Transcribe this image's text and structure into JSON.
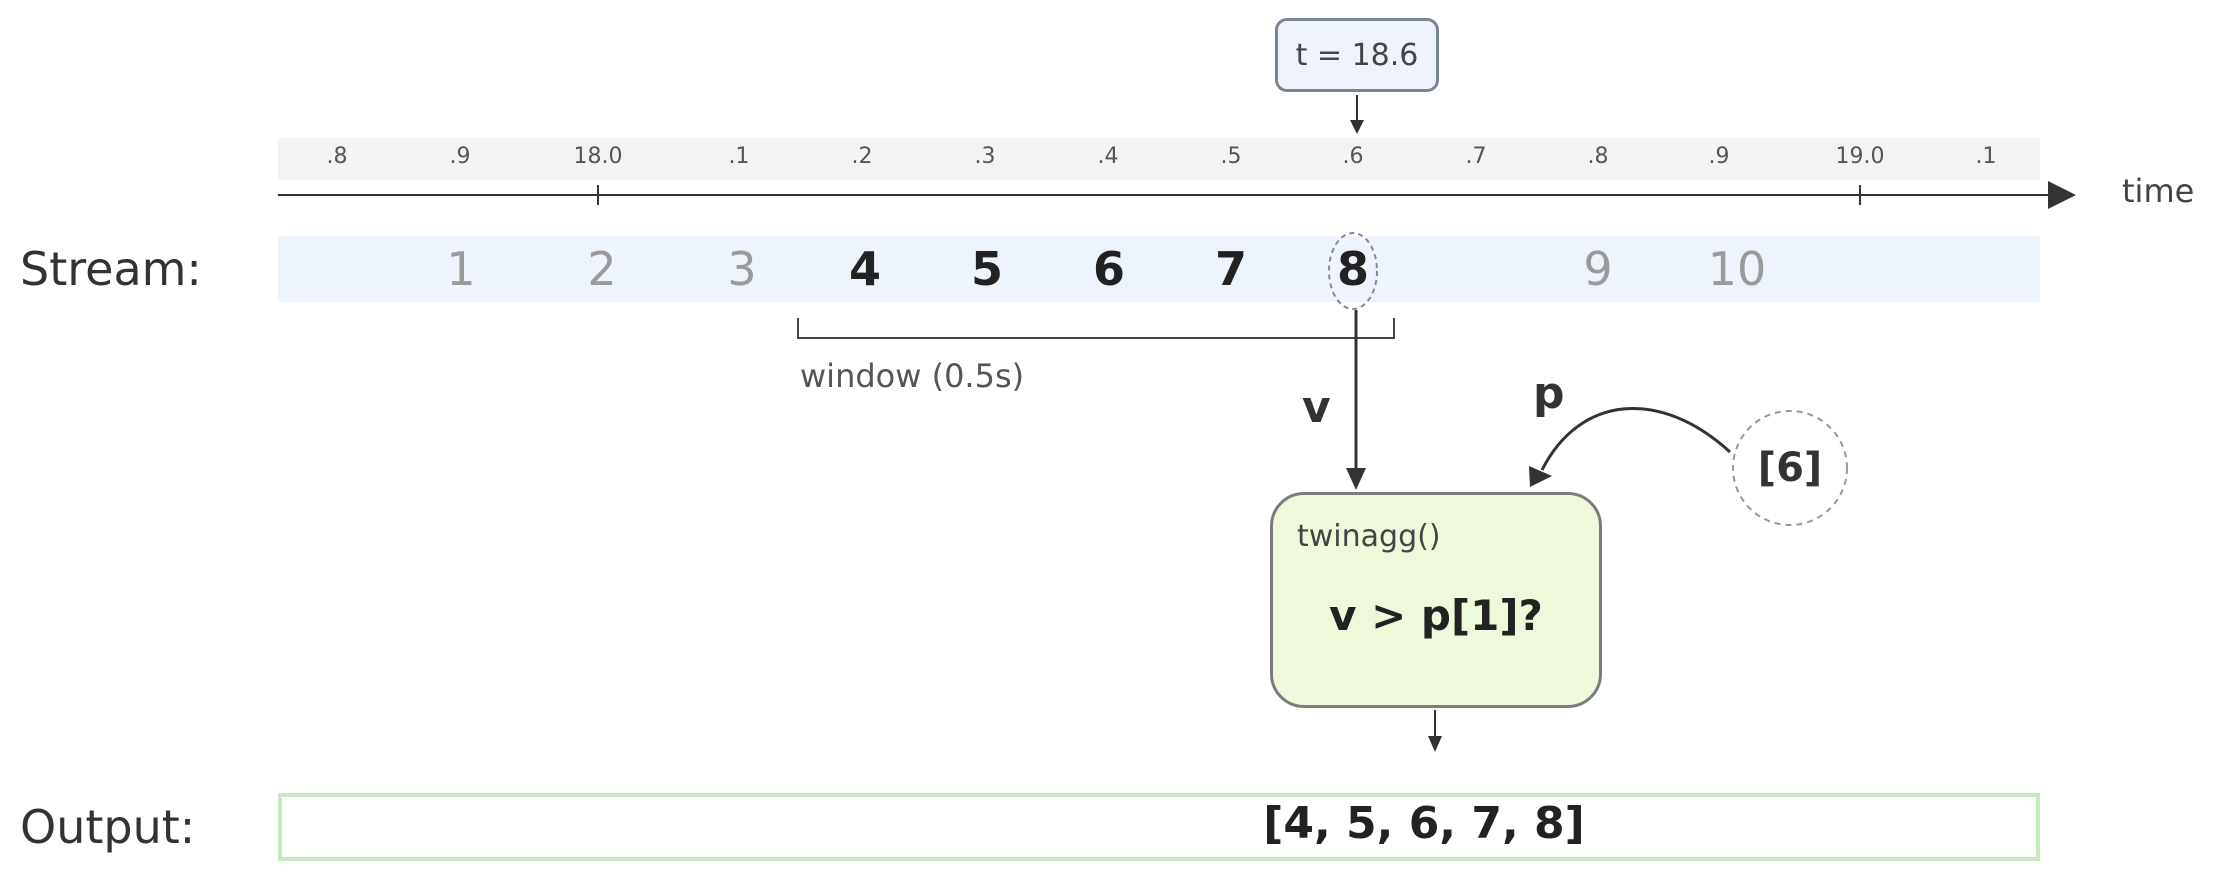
{
  "labels": {
    "stream": "Stream:",
    "output": "Output:",
    "time_axis": "time",
    "time_marker": "t = 18.6",
    "window": "window (0.5s)",
    "edge_v": "v",
    "edge_p": "p"
  },
  "ticks": [
    ".8",
    ".9",
    "18.0",
    ".1",
    ".2",
    ".3",
    ".4",
    ".5",
    ".6",
    ".7",
    ".8",
    ".9",
    "19.0",
    ".1"
  ],
  "stream_items": [
    {
      "label": "1",
      "state": "faint"
    },
    {
      "label": "2",
      "state": "faint"
    },
    {
      "label": "3",
      "state": "faint"
    },
    {
      "label": "4",
      "state": "in-window"
    },
    {
      "label": "5",
      "state": "in-window"
    },
    {
      "label": "6",
      "state": "in-window"
    },
    {
      "label": "7",
      "state": "in-window"
    },
    {
      "label": "8",
      "state": "current"
    },
    {
      "label": "9",
      "state": "faint"
    },
    {
      "label": "10",
      "state": "faint"
    }
  ],
  "param": {
    "value": "[6]"
  },
  "node": {
    "title": "twinagg()",
    "expression": "v > p[1]?"
  },
  "output": {
    "value": "[4, 5, 6, 7, 8]"
  },
  "colors": {
    "stream_band": "#eef4fc",
    "tick_band": "#f3f3f3",
    "node_fill": "#eef9dc",
    "output_border": "#c6eac0",
    "time_box_fill": "#eef3fb"
  }
}
